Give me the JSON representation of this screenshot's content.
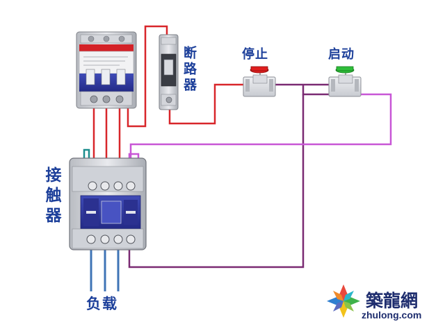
{
  "labels": {
    "breaker": "断路器",
    "stop": "停止",
    "start": "启动",
    "contactor": "接触器",
    "load": "负载"
  },
  "logo": {
    "name": "築龍網",
    "url": "zhulong.com"
  },
  "colors": {
    "phase_wire": "#d8262a",
    "control_wire": "#7a2a72",
    "coil_wire": "#c856d6",
    "load_wire": "#3f74b6",
    "stop_button": "#e01e1e",
    "start_button": "#2fbe3a",
    "label_text": "#1c3f9a"
  }
}
